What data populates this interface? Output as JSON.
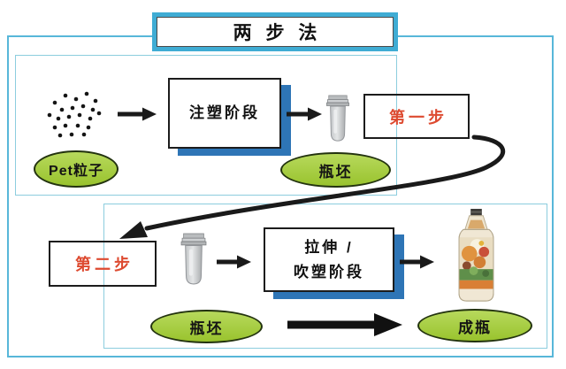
{
  "title": "两 步 法",
  "colors": {
    "outer_border": "#58B7D9",
    "section_border": "#8CCDDE",
    "title_border": "#3FACD4",
    "stage_box_shadow_blue": "#2E75B6",
    "ellipse_green": "#A3CC3A",
    "step_label_red": "#DD4A30",
    "arrow_black": "#1A1A1A"
  },
  "step1": {
    "step_label": "第一步",
    "material_label": "Pet粒子",
    "stage_label": "注塑阶段",
    "product_label": "瓶坯"
  },
  "step2": {
    "step_label": "第二步",
    "stage_label_line1": "拉伸 /",
    "stage_label_line2": "吹塑阶段",
    "input_label": "瓶坯",
    "product_label": "成瓶"
  }
}
